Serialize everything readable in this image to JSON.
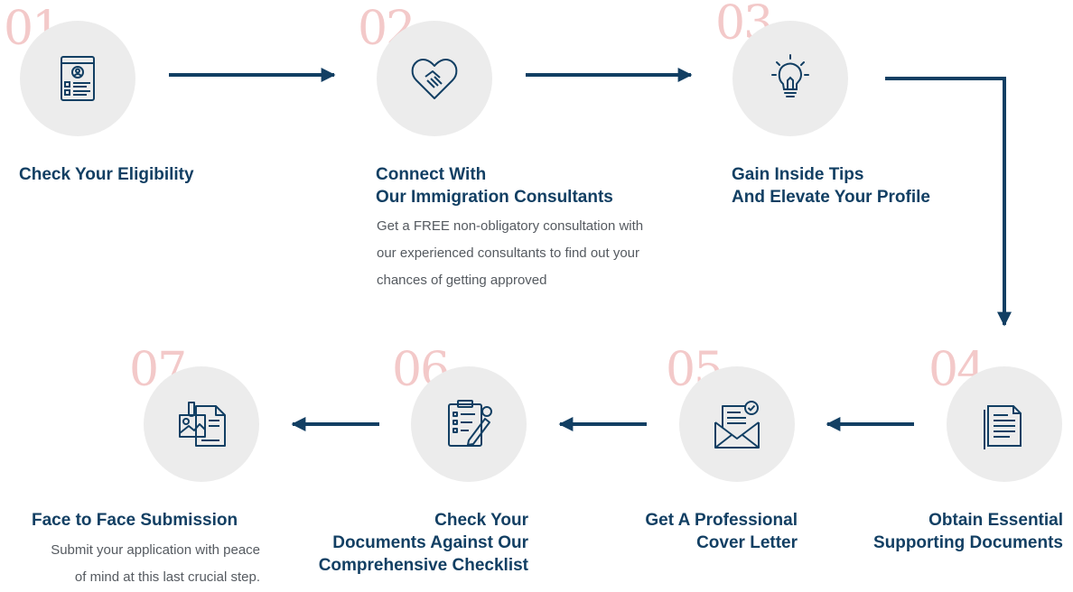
{
  "colors": {
    "primary": "#123f63",
    "number": "#f3c9c9",
    "circle": "#ececec",
    "text": "#555a60"
  },
  "steps": [
    {
      "number": "01",
      "icon": "profile-form-icon",
      "title": [
        "Check Your Eligibility"
      ],
      "description": []
    },
    {
      "number": "02",
      "icon": "handshake-heart-icon",
      "title": [
        "Connect With",
        "Our Immigration Consultants"
      ],
      "description": [
        "Get a FREE non-obligatory consultation with",
        "our experienced consultants to find out your",
        "chances of getting approved"
      ]
    },
    {
      "number": "03",
      "icon": "lightbulb-icon",
      "title": [
        "Gain Inside Tips",
        "And Elevate Your Profile"
      ],
      "description": []
    },
    {
      "number": "04",
      "icon": "document-icon",
      "title": [
        "Obtain Essential",
        "Supporting Documents"
      ],
      "description": []
    },
    {
      "number": "05",
      "icon": "envelope-letter-icon",
      "title": [
        "Get A Professional",
        "Cover Letter"
      ],
      "description": []
    },
    {
      "number": "06",
      "icon": "checklist-pen-icon",
      "title": [
        "Check Your",
        "Documents Against Our",
        "Comprehensive Checklist"
      ],
      "description": []
    },
    {
      "number": "07",
      "icon": "files-images-icon",
      "title": [
        "Face to Face Submission"
      ],
      "description": [
        "Submit your application with peace",
        "of mind at this last crucial step."
      ]
    }
  ]
}
